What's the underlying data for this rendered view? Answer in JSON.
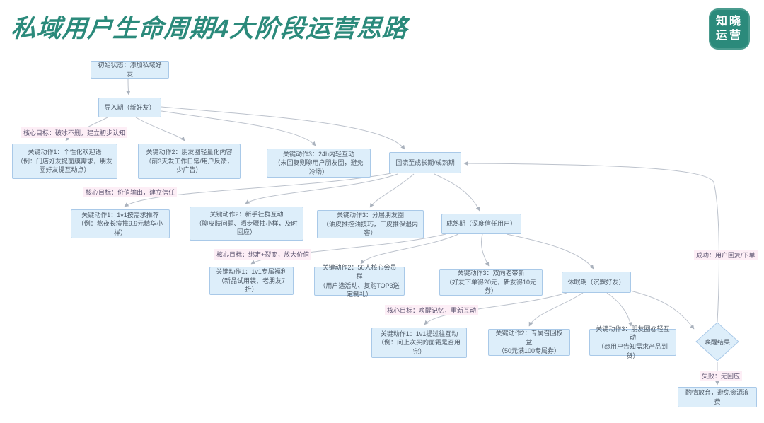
{
  "header": {
    "title": "私域用户生命周期4大阶段运营思路",
    "logo_line1": "知晓",
    "logo_line2": "运营"
  },
  "colors": {
    "accent_teal": "#2b8a7b",
    "node_fill": "#ddeefa",
    "node_border": "#a9c9e8",
    "edge_gray": "#bcc2cc",
    "label_pink_bg": "#fdeef6"
  },
  "flow": {
    "start": "初始状态：添加私域好友",
    "stages": [
      {
        "name": "导入期（新好友）",
        "goal": "核心目标：破冰不删，建立初步认知",
        "actions": [
          {
            "title": "关键动作1：个性化欢迎语",
            "detail": "（例：门店好友提面膜需求，朋友圈好友提互动点）"
          },
          {
            "title": "关键动作2：朋友圈轻量化内容",
            "detail": "（前3天发工作日常/用户反馈，少广告）"
          },
          {
            "title": "关键动作3：24h内轻互动",
            "detail": "（未回复则聊用户朋友圈，避免冷场）"
          }
        ]
      },
      {
        "name": "回流至成长期/成熟期",
        "goal": "核心目标：价值输出，建立信任",
        "actions": [
          {
            "title": "关键动作1：1v1按需求推荐",
            "detail": "（例：熬夜长痘推9.9元精华小样）"
          },
          {
            "title": "关键动作2：新手社群互动",
            "detail": "（聊皮肤问题、晒步骤抽小样，及时回应）"
          },
          {
            "title": "关键动作3：分层朋友圈",
            "detail": "（油皮推控油技巧，干皮推保湿内容）"
          }
        ]
      },
      {
        "name": "成熟期（深度信任用户）",
        "goal": "核心目标：绑定+裂变，放大价值",
        "actions": [
          {
            "title": "关键动作1：1v1专属福利",
            "detail": "（新品试用装、老朋友7折）"
          },
          {
            "title": "关键动作2：50人核心会员群",
            "detail": "（用户选活动、复购TOP3送定制礼）"
          },
          {
            "title": "关键动作3：双向老带新",
            "detail": "（好友下单得20元，新友得10元券）"
          }
        ]
      },
      {
        "name": "休眠期（沉默好友）",
        "goal": "核心目标：唤醒记忆，重新互动",
        "actions": [
          {
            "title": "关键动作1：1v1提过往互动",
            "detail": "（例：问上次买的面霜是否用完）"
          },
          {
            "title": "关键动作2：专属召回权益",
            "detail": "（50元满100专属券）"
          },
          {
            "title": "关键动作3：朋友圈@轻互动",
            "detail": "（@用户告知需求产品到货）"
          }
        ]
      }
    ],
    "wake": {
      "decision": "唤醒结果",
      "success": "成功：用户回复/下单",
      "fail": "失败：无回应",
      "giveup": "酌情放弃，避免资源浪费"
    }
  }
}
